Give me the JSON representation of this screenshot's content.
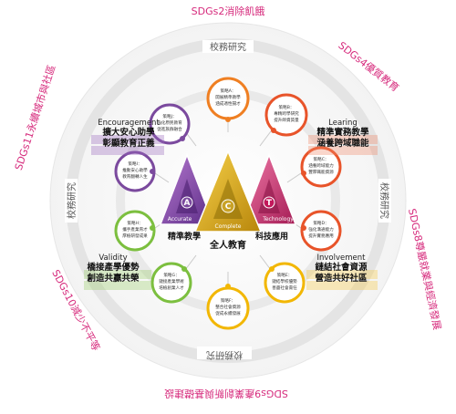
{
  "sdgs": {
    "sdg2": "SDGs2消除飢餓",
    "sdg4": "SDGs4優質教育",
    "sdg8": "SDGs8尊嚴就業與經濟發展",
    "sdg9": "SDGs9產業創新與基礎建設",
    "sdg10": "SDGs10減少不平等",
    "sdg11": "SDGs11永續城市與社區"
  },
  "ring": {
    "top": "校務研究",
    "left": "校務研究",
    "right": "校務研究",
    "bottom": "校務研究"
  },
  "quadrants": {
    "encouragement": {
      "en": "Encouragement",
      "zh1": "擴大安心助學",
      "zh2": "彰顯教育正義"
    },
    "learning": {
      "en": "Learing",
      "zh1": "精準實務教學",
      "zh2": "涵養跨域職能"
    },
    "validity": {
      "en": "Validity",
      "zh1": "橋接產學優勢",
      "zh2": "創造共贏共榮"
    },
    "involvement": {
      "en": "Involvement",
      "zh1": "鏈結社會資源",
      "zh2": "營造共好社區"
    }
  },
  "nodes": {
    "a": {
      "title": "策略A：",
      "line1": "開展精準教學",
      "line2": "涵成適性揚才"
    },
    "b": {
      "title": "策略B：",
      "line1": "專精跨學研究",
      "line2": "提升師資質量"
    },
    "c": {
      "title": "策略C：",
      "line1": "涵養跨域能力",
      "line2": "豐厚職能資源"
    },
    "d": {
      "title": "策略D：",
      "line1": "強化溝通能力",
      "line2": "提升實務應用"
    },
    "e": {
      "title": "策略E：",
      "line1": "鏈結學校優勢",
      "line2": "善盡社會責任"
    },
    "f": {
      "title": "策略F：",
      "line1": "整合社會資源",
      "line2": "促成永續發展"
    },
    "g": {
      "title": "策略G：",
      "line1": "鏈接產業學術",
      "line2": "培植創業人才"
    },
    "h": {
      "title": "策略H：",
      "line1": "攜手產業育才",
      "line2": "厚植研發成果"
    },
    "i": {
      "title": "策略I：",
      "line1": "推動安心助學",
      "line2": "教育翻轉人生"
    },
    "j": {
      "title": "策略J：",
      "line1": "強化原民教育",
      "line2": "促進族群融合"
    }
  },
  "center": {
    "accurate": "Accurate",
    "complete": "Complete",
    "technology": "Technology",
    "letter_a": "A",
    "letter_c": "C",
    "letter_t": "T",
    "left_label": "精準教學",
    "center_label": "全人教育",
    "right_label": "科技應用"
  },
  "colors": {
    "sdg_pink": "#d62a7c",
    "ring_gray": "#e8e8e8",
    "orange": "#ef7f22",
    "red_orange": "#e8542a",
    "yellow": "#f2b705",
    "green": "#7cbf3f",
    "purple": "#7b4a9e",
    "magenta": "#c2185b",
    "gold": "#c9a227",
    "pink_tri": "#d9467a"
  }
}
